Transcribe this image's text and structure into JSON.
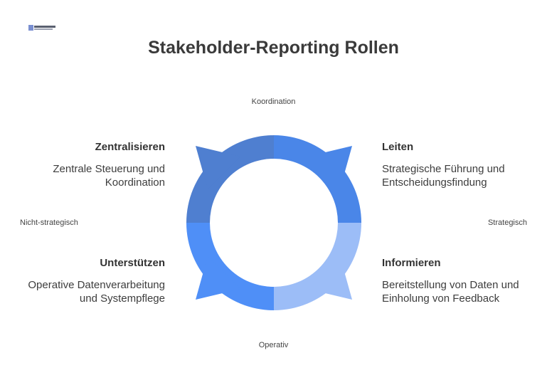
{
  "title": "Stakeholder-Reporting Rollen",
  "axes": {
    "top": "Koordination",
    "bottom": "Operativ",
    "left": "Nicht-strategisch",
    "right": "Strategisch"
  },
  "quadrants": {
    "top_left": {
      "heading": "Zentralisieren",
      "description": "Zentrale Steuerung und Koordination",
      "color": "#4f7fd0"
    },
    "top_right": {
      "heading": "Leiten",
      "description": "Strategische Führung und Entscheidungsfindung",
      "color": "#4a86e8"
    },
    "bottom_right": {
      "heading": "Informieren",
      "description": "Bereitstellung von Daten und Einholung von Feedback",
      "color": "#9cbdf7"
    },
    "bottom_left": {
      "heading": "Unterstützen",
      "description": "Operative Datenverarbeitung und Systempflege",
      "color": "#4f8ff7"
    }
  }
}
